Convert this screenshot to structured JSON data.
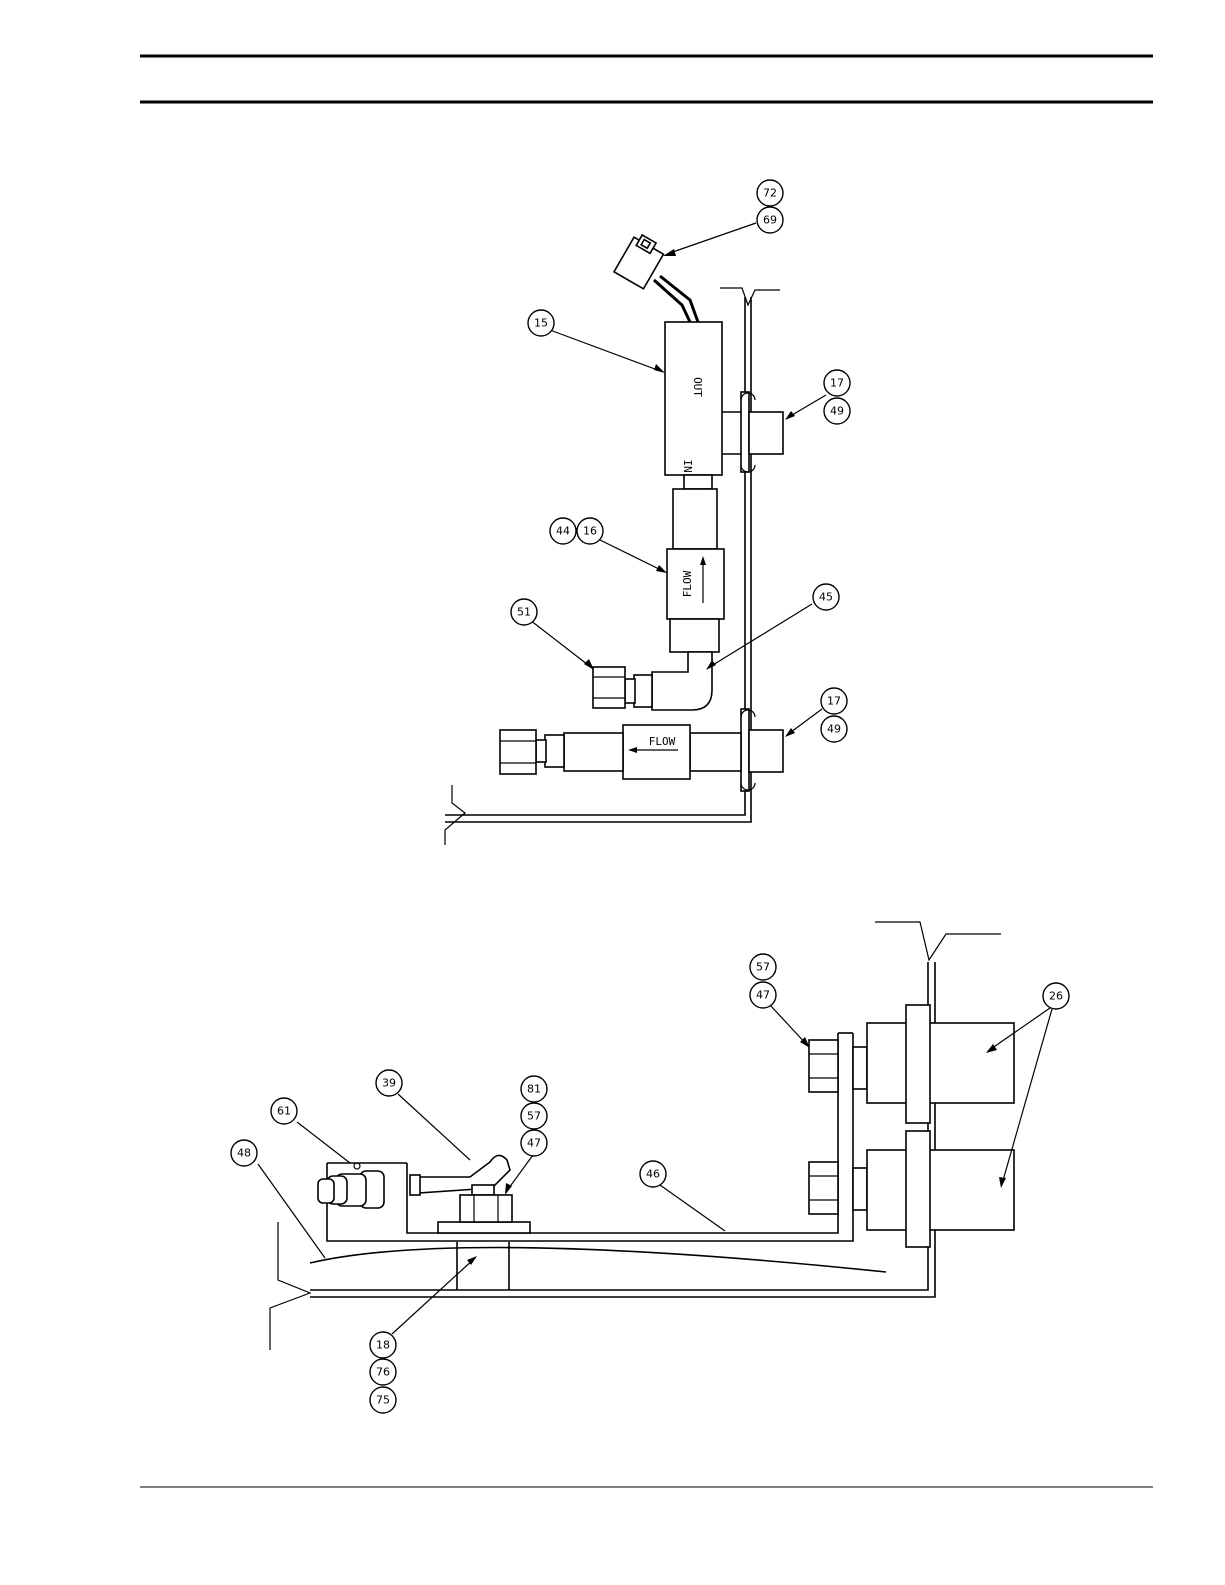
{
  "diagram_top": {
    "callouts": [
      {
        "id": "c72",
        "label": "72"
      },
      {
        "id": "c69",
        "label": "69"
      },
      {
        "id": "c15",
        "label": "15"
      },
      {
        "id": "c17a",
        "label": "17"
      },
      {
        "id": "c49a",
        "label": "49"
      },
      {
        "id": "c44",
        "label": "44"
      },
      {
        "id": "c16",
        "label": "16"
      },
      {
        "id": "c51",
        "label": "51"
      },
      {
        "id": "c45",
        "label": "45"
      },
      {
        "id": "c17b",
        "label": "17"
      },
      {
        "id": "c49b",
        "label": "49"
      }
    ],
    "labels": {
      "out": "OUT",
      "in": "IN",
      "flow_vertical": "FLOW",
      "flow_horizontal": "FLOW"
    }
  },
  "diagram_bottom": {
    "callouts": [
      {
        "id": "c57a",
        "label": "57"
      },
      {
        "id": "c47a",
        "label": "47"
      },
      {
        "id": "c26",
        "label": "26"
      },
      {
        "id": "c39",
        "label": "39"
      },
      {
        "id": "c61",
        "label": "61"
      },
      {
        "id": "c48",
        "label": "48"
      },
      {
        "id": "c81",
        "label": "81"
      },
      {
        "id": "c57b",
        "label": "57"
      },
      {
        "id": "c47b",
        "label": "47"
      },
      {
        "id": "c46",
        "label": "46"
      },
      {
        "id": "c18",
        "label": "18"
      },
      {
        "id": "c76",
        "label": "76"
      },
      {
        "id": "c75",
        "label": "75"
      }
    ]
  }
}
